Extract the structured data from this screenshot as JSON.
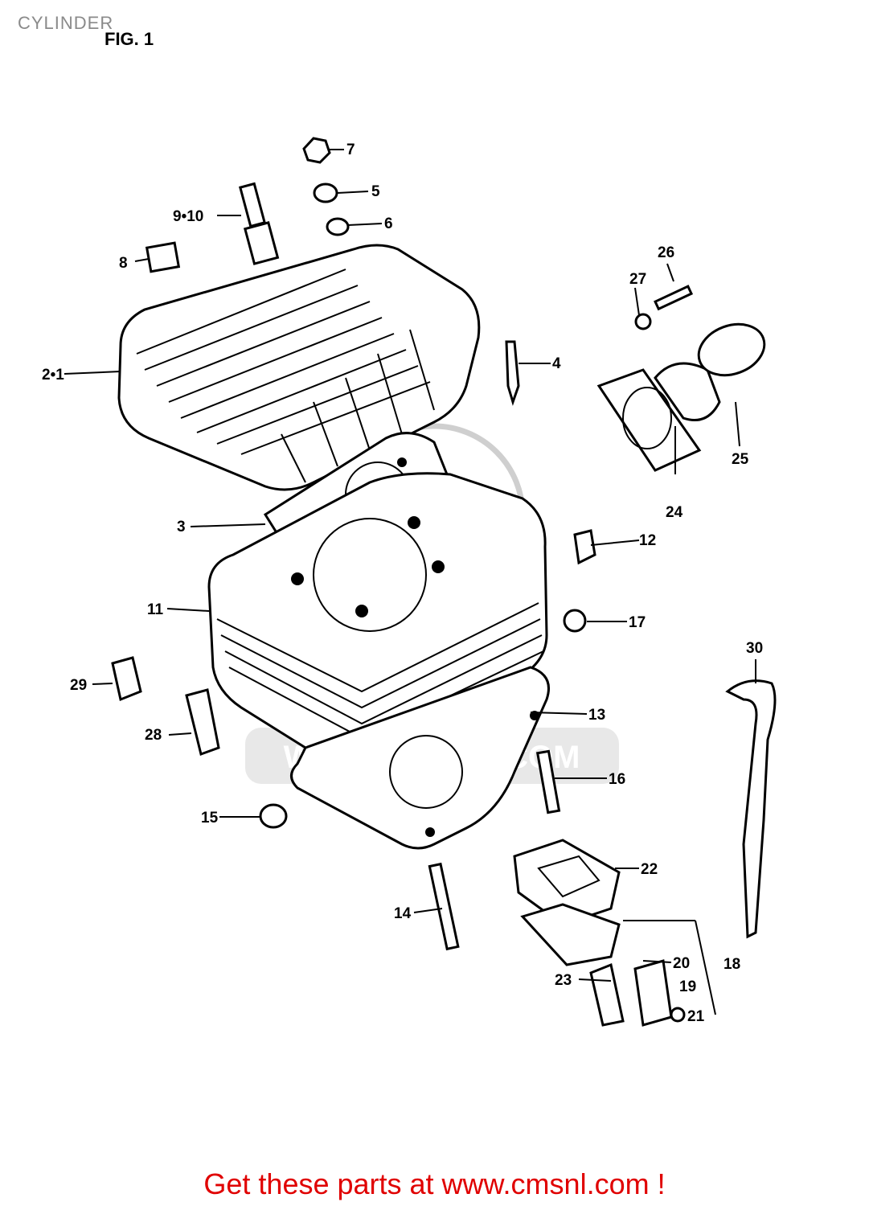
{
  "header": {
    "caption": "CYLINDER",
    "figure": "FIG. 1"
  },
  "footer": {
    "cta": "Get these parts at www.cmsnl.com !"
  },
  "callouts": {
    "c2_1": "2•1",
    "c3": "3",
    "c4": "4",
    "c5": "5",
    "c6": "6",
    "c7": "7",
    "c8": "8",
    "c9_10": "9•10",
    "c11": "11",
    "c12": "12",
    "c13": "13",
    "c14": "14",
    "c15": "15",
    "c16": "16",
    "c17": "17",
    "c18": "18",
    "c19": "19",
    "c20": "20",
    "c21": "21",
    "c22": "22",
    "c23": "23",
    "c24": "24",
    "c25": "25",
    "c26": "26",
    "c27": "27",
    "c28": "28",
    "c29": "29",
    "c30": "30"
  },
  "watermark": {
    "text": "WWW.CMSNL.COM"
  }
}
